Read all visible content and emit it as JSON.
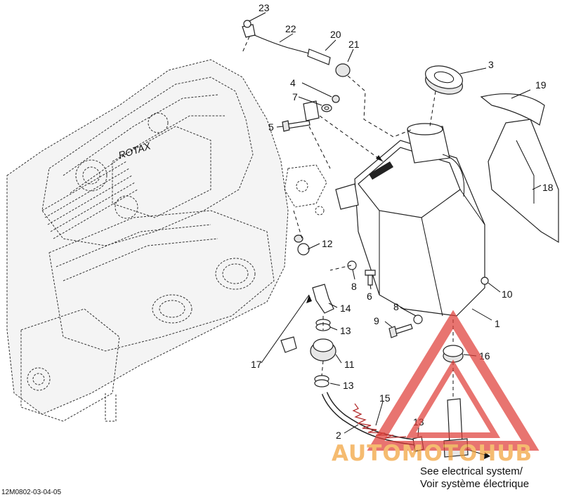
{
  "diagram": {
    "callouts": [
      {
        "id": "c23",
        "label": "23"
      },
      {
        "id": "c22",
        "label": "22"
      },
      {
        "id": "c20",
        "label": "20"
      },
      {
        "id": "c21",
        "label": "21"
      },
      {
        "id": "c4",
        "label": "4"
      },
      {
        "id": "c7",
        "label": "7"
      },
      {
        "id": "c5",
        "label": "5"
      },
      {
        "id": "c3",
        "label": "3"
      },
      {
        "id": "c19",
        "label": "19"
      },
      {
        "id": "c18",
        "label": "18"
      },
      {
        "id": "c12",
        "label": "12"
      },
      {
        "id": "c8a",
        "label": "8"
      },
      {
        "id": "c6",
        "label": "6"
      },
      {
        "id": "c10",
        "label": "10"
      },
      {
        "id": "c8b",
        "label": "8"
      },
      {
        "id": "c9",
        "label": "9"
      },
      {
        "id": "c1",
        "label": "1"
      },
      {
        "id": "c14",
        "label": "14"
      },
      {
        "id": "c13a",
        "label": "13"
      },
      {
        "id": "c17",
        "label": "17"
      },
      {
        "id": "c11",
        "label": "11"
      },
      {
        "id": "c16",
        "label": "16"
      },
      {
        "id": "c13b",
        "label": "13"
      },
      {
        "id": "c15",
        "label": "15"
      },
      {
        "id": "c2",
        "label": "2"
      },
      {
        "id": "c13c",
        "label": "13"
      }
    ],
    "note_line1": "See electrical system/",
    "note_line2": "Voir système électrique",
    "drawing_code": "12M0802-03-04-05",
    "engine_brand": "ROTAX",
    "watermark_text": "AUTOMOTOHUB",
    "colors": {
      "ink": "#111111",
      "watermark_red": "#e0403a",
      "watermark_orange": "#f2a23a"
    }
  }
}
